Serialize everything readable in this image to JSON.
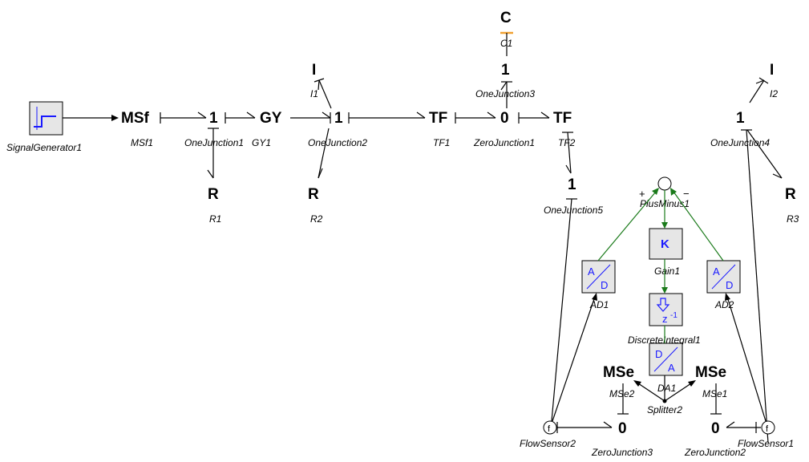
{
  "symbols": {
    "msf": "MSf",
    "one1": "1",
    "gy": "GY",
    "one2": "1",
    "tf1": "TF",
    "zero1": "0",
    "tf2": "TF",
    "i1": "I",
    "one3": "1",
    "c": "C",
    "r1": "R",
    "r2": "R",
    "one5": "1",
    "i2": "I",
    "one4": "1",
    "r3": "R",
    "mse2": "MSe",
    "mse1": "MSe",
    "zero3": "0",
    "zero2": "0",
    "fs2": "f",
    "fs1": "f",
    "plus": "+",
    "minus": "−",
    "gain": "K",
    "ad_a": "A",
    "ad_d": "D",
    "da_d": "D",
    "da_a": "A",
    "z": "z",
    "zexp": "-1"
  },
  "labels": {
    "signal_generator": "SignalGenerator1",
    "msf1": "MSf1",
    "one_junction1": "OneJunction1",
    "gy1": "GY1",
    "one_junction2": "OneJunction2",
    "tf1": "TF1",
    "zero_junction1": "ZeroJunction1",
    "tf2": "TF2",
    "i1": "I1",
    "one_junction3": "OneJunction3",
    "c1": "C1",
    "r1": "R1",
    "r2": "R2",
    "one_junction5": "OneJunction5",
    "plus_minus": "PlusMinus1",
    "gain1": "Gain1",
    "ad1": "AD1",
    "ad2": "AD2",
    "discrete_integral": "DiscreteIntegral1",
    "da1": "DA1",
    "i2": "I2",
    "one_junction4": "OneJunction4",
    "r3": "R3",
    "mse2": "MSe2",
    "mse1": "MSe1",
    "splitter2": "Splitter2",
    "flow_sensor2": "FlowSensor2",
    "zero_junction3": "ZeroJunction3",
    "zero_junction2": "ZeroJunction2",
    "flow_sensor1": "FlowSensor1"
  },
  "colors": {
    "signal": "#1a7a1a",
    "block_text": "#1a1aff",
    "capacitor_port": "#f0a030",
    "block_fill": "#e6e6e6"
  }
}
